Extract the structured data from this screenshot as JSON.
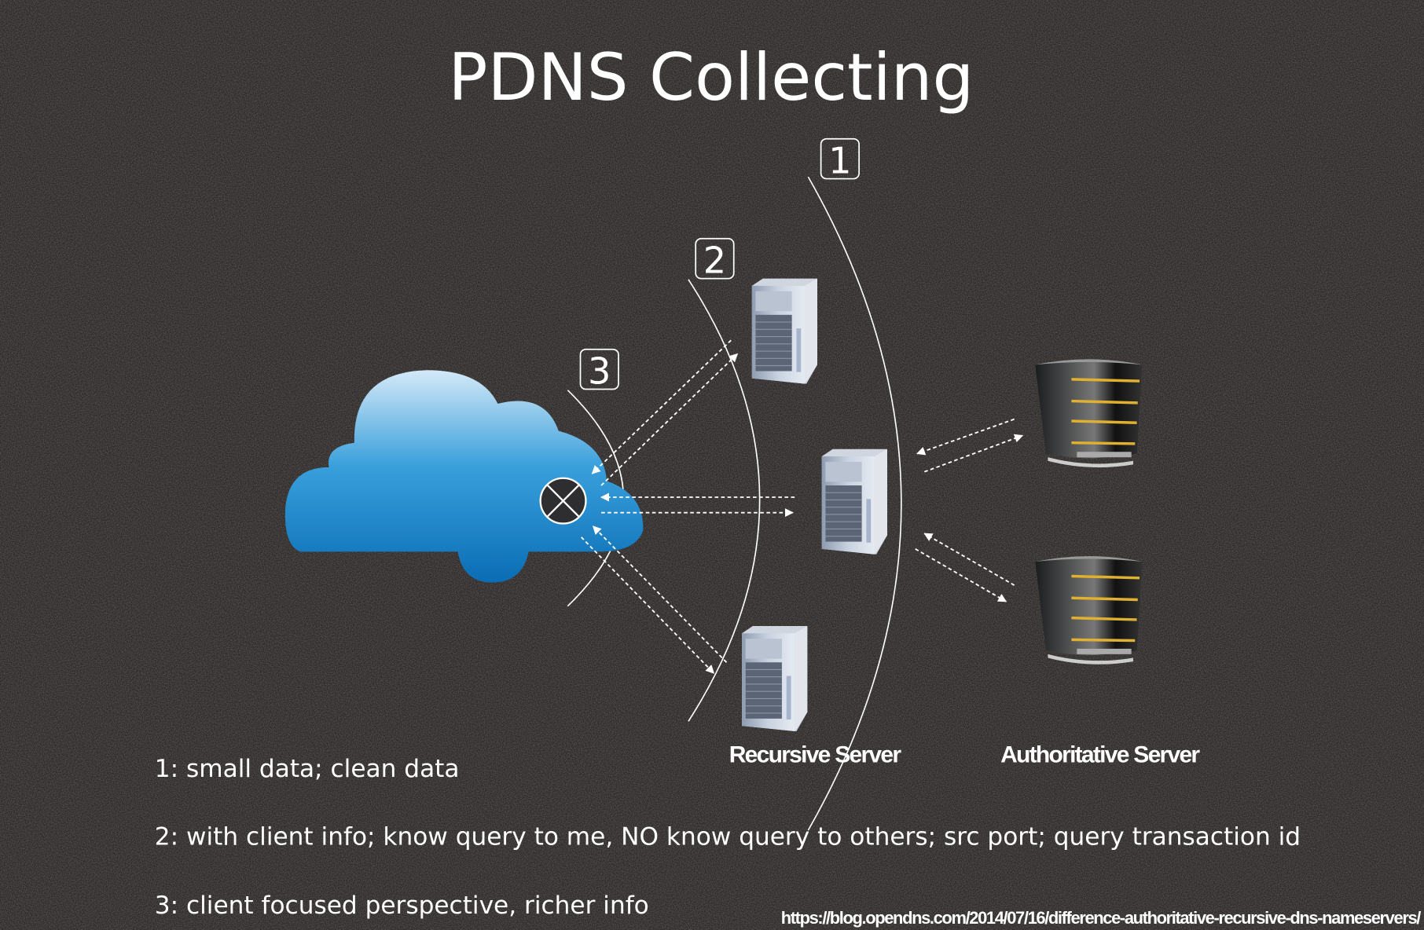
{
  "title": "PDNS Collecting",
  "markers": [
    "1",
    "2",
    "3"
  ],
  "labels": {
    "recursive": "Recursive Server",
    "authoritative": "Authoritative Server"
  },
  "notes": [
    "1: small data; clean data",
    "2: with client info; know query to me, NO know query to others; src port; query transaction id",
    "3: client focused perspective, richer info"
  ],
  "source_url": "https://blog.opendns.com/2014/07/16/difference-authoritative-recursive-dns-nameservers/",
  "colors": {
    "background": "#2b2827",
    "cloud_top": "#d4e9f8",
    "cloud_bottom": "#0a6db5",
    "gold": "#e0b030"
  }
}
